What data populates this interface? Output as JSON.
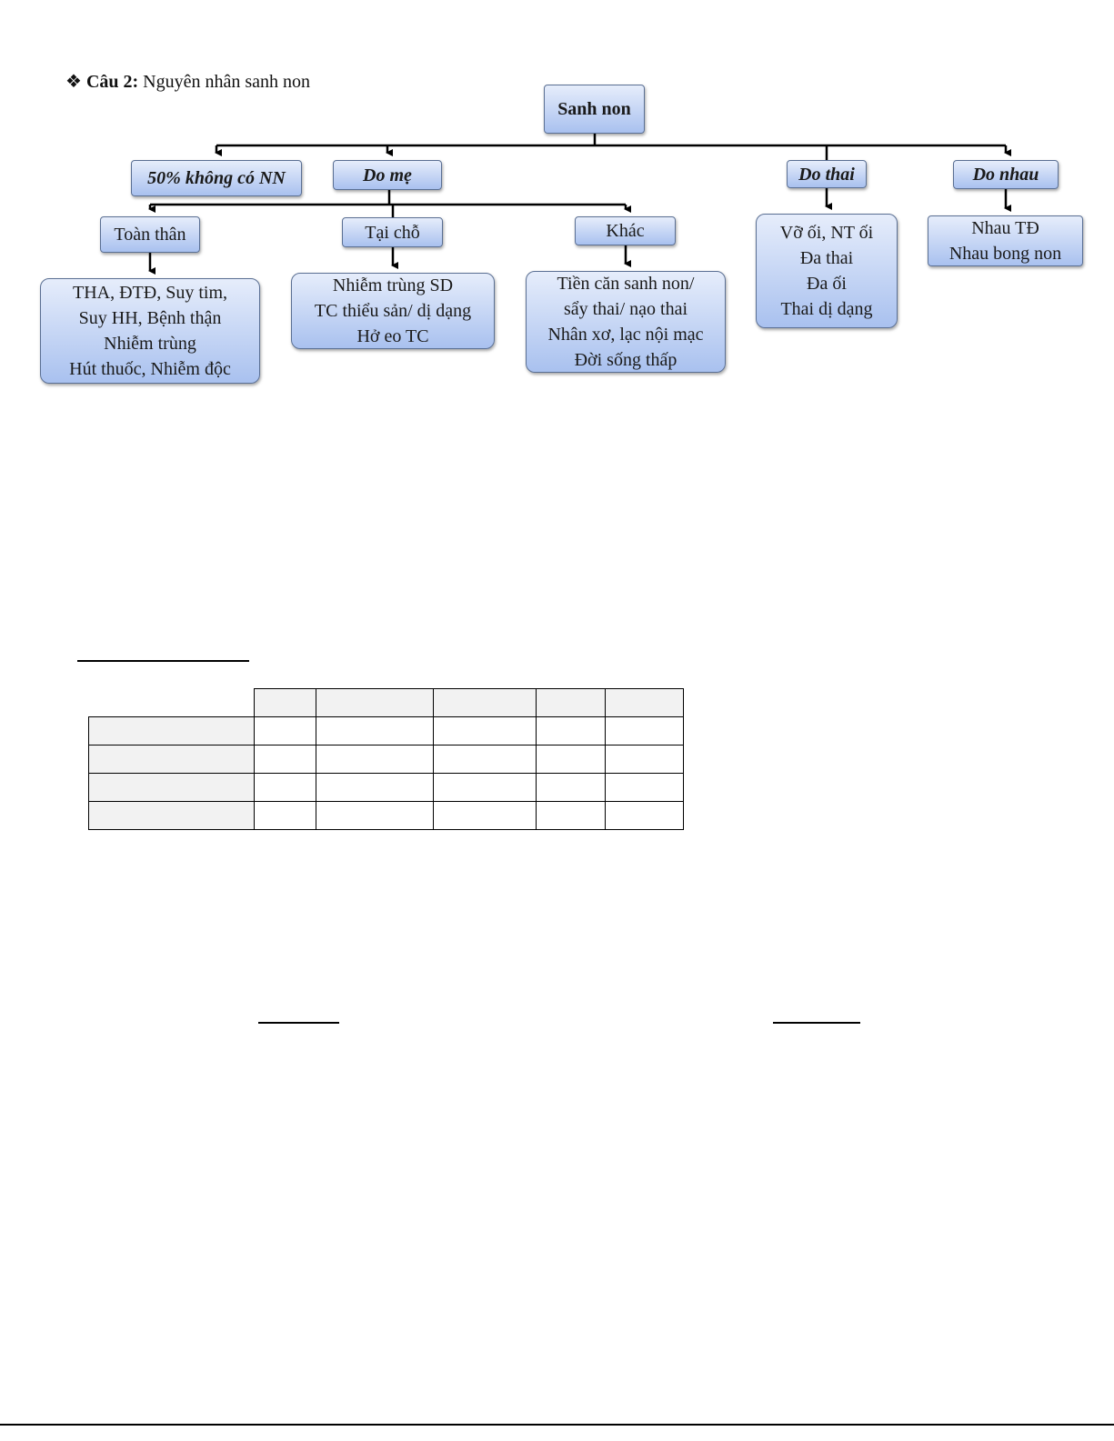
{
  "heading": {
    "bullet": "❖",
    "label": "Câu 2:",
    "text": "Nguyên nhân sanh non"
  },
  "diagram": {
    "root": "Sanh non",
    "no_cause": "50% không có NN",
    "maternal": "Do mẹ",
    "fetal": "Do thai",
    "placental": "Do nhau",
    "systemic": "Toàn thân",
    "local": "Tại chỗ",
    "other": "Khác",
    "systemic_items": [
      "THA, ĐTĐ, Suy tim,",
      "Suy HH, Bệnh thận",
      "Nhiễm trùng",
      "Hút thuốc, Nhiễm độc"
    ],
    "local_items": [
      "Nhiễm trùng SD",
      "TC thiểu sản/ dị dạng",
      "Hở eo TC"
    ],
    "other_items": [
      "Tiền căn sanh non/",
      "sẩy thai/ nạo thai",
      "Nhân xơ, lạc nội mạc",
      "Đời sống thấp"
    ],
    "fetal_items": [
      "Vỡ ối, NT ối",
      "Đa thai",
      "Đa ối",
      "Thai dị dạng"
    ],
    "placental_items": [
      "Nhau TĐ",
      "Nhau bong non"
    ]
  },
  "colors": {
    "box_top": "#e6edfb",
    "box_bottom": "#a9c1ef",
    "cell_gray": "#f2f2f2"
  }
}
